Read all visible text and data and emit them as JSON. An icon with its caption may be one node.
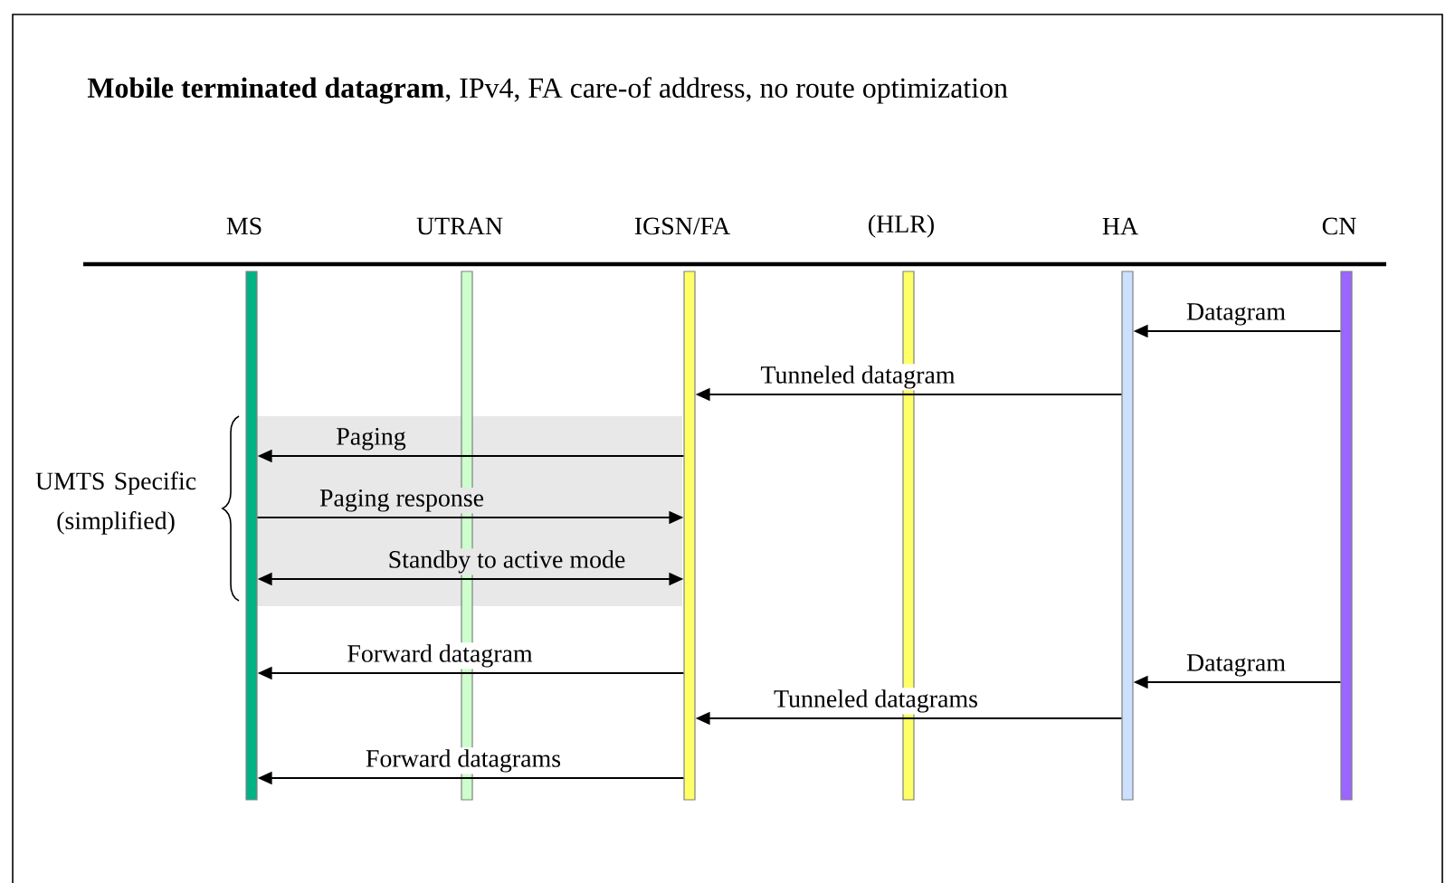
{
  "diagram": {
    "title": "**Mobile terminated datagram**, IPv4, FA care-of address, no route optimization",
    "nodes": [
      {
        "text": [
          "MS"
        ]
      },
      {
        "text": [
          "UTRAN"
        ]
      },
      {
        "text": [
          "IGSN/FA"
        ]
      },
      {
        "text": [
          "(HLR)"
        ]
      },
      {
        "text": [
          "HA"
        ]
      },
      {
        "text": [
          "CN"
        ]
      }
    ],
    "edges": [
      {
        "from": 5,
        "to": 4,
        "arrow": "to",
        "label": "Datagram"
      },
      {
        "from": 4,
        "to": 2,
        "arrow": "to",
        "label": "Tunneled datagram"
      },
      {
        "from": 2,
        "to": 0,
        "arrow": "to",
        "label": "Paging"
      },
      {
        "from": 0,
        "to": 2,
        "arrow": "to",
        "label": "Paging response"
      },
      {
        "from": 0,
        "to": 2,
        "arrow": "both",
        "label": "Standby to active mode"
      },
      {
        "from": 2,
        "to": 0,
        "arrow": "to",
        "label": "Forward datagram"
      },
      {
        "from": 5,
        "to": 4,
        "arrow": "to",
        "label": "Datagram"
      },
      {
        "from": 4,
        "to": 2,
        "arrow": "to",
        "label": "Tunneled datagrams"
      },
      {
        "from": 2,
        "to": 0,
        "arrow": "to",
        "label": "Forward datagrams"
      }
    ],
    "labels": [
      "UMTS Specific (simplified)"
    ]
  }
}
